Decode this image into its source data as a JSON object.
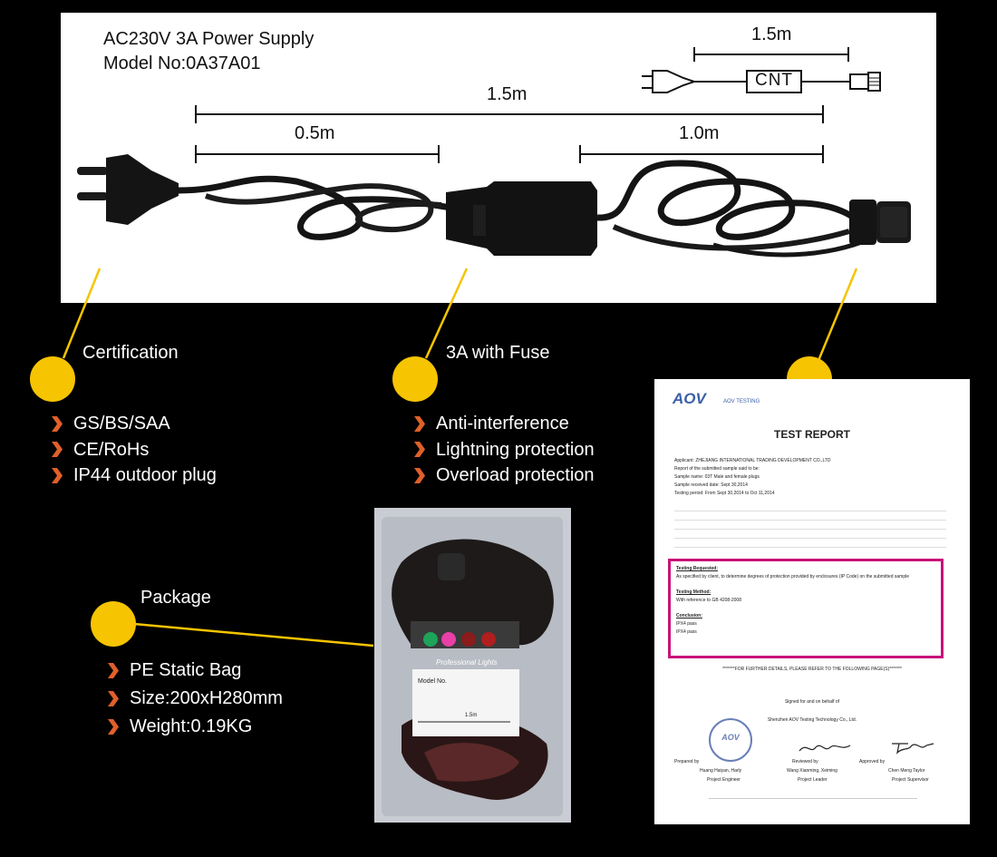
{
  "product": {
    "title": "AC230V 3A Power Supply",
    "model": "Model No:0A37A01"
  },
  "dimensions": {
    "total": "1.5m",
    "plug_section": "0.5m",
    "tail_section": "1.0m",
    "schematic_length": "1.5m",
    "schematic_box": "CNT"
  },
  "features": {
    "certification": {
      "heading": "Certification",
      "items": [
        "GS/BS/SAA",
        "CE/RoHs",
        "IP44 outdoor plug"
      ]
    },
    "fuse": {
      "heading": "3A with Fuse",
      "items": [
        "Anti-interference",
        "Lightning protection",
        "Overload protection"
      ]
    },
    "package": {
      "heading": "Package",
      "items": [
        "PE Static Bag",
        "Size:200xH280mm",
        "Weight:0.19KG"
      ]
    }
  },
  "report": {
    "brand": "AOV",
    "brand_sub": "AOV TESTING",
    "title": "TEST REPORT",
    "lines": [
      "Applicant: ZHEJIANG INTERNATIONAL TRADING DEVELOPMENT CO.,LTD",
      "Report of the submitted sample said to be:",
      "Sample name: 03T Male and female plugs",
      "Sample received date: Sept 30,2014",
      "Testing period: From Sept 30,2014 to Oct 11,2014"
    ],
    "highlight": [
      "Testing Requested:",
      "As specified by client, to determine degrees of protection provided by enclosures (IP Code) on the submitted sample",
      "Testing Method:",
      "With reference to GB 4208-2008",
      "Conclusion:",
      "IPX4 pass",
      "IPX4 pass"
    ],
    "footer_note": "*******FOR FURTHER DETAILS, PLEASE REFER TO THE FOLLOWING PAGE(S)*******",
    "signed": "Signed for and on behalf of",
    "company": "Shenzhen AOV Testing Technology Co., Ltd.",
    "roles": [
      "Prepared by",
      "Reviewed by",
      "Approved by"
    ],
    "people": [
      "Huang Haiyan, Harly",
      "Wang Xianming, Xeiming",
      "Chen Meng Taylor"
    ],
    "titles": [
      "Project Engineer",
      "Project Leader",
      "Project Supervisor"
    ]
  },
  "bag_label": {
    "brand": "Professional Lights",
    "lines": [
      "Model No.",
      "1.5m"
    ]
  }
}
